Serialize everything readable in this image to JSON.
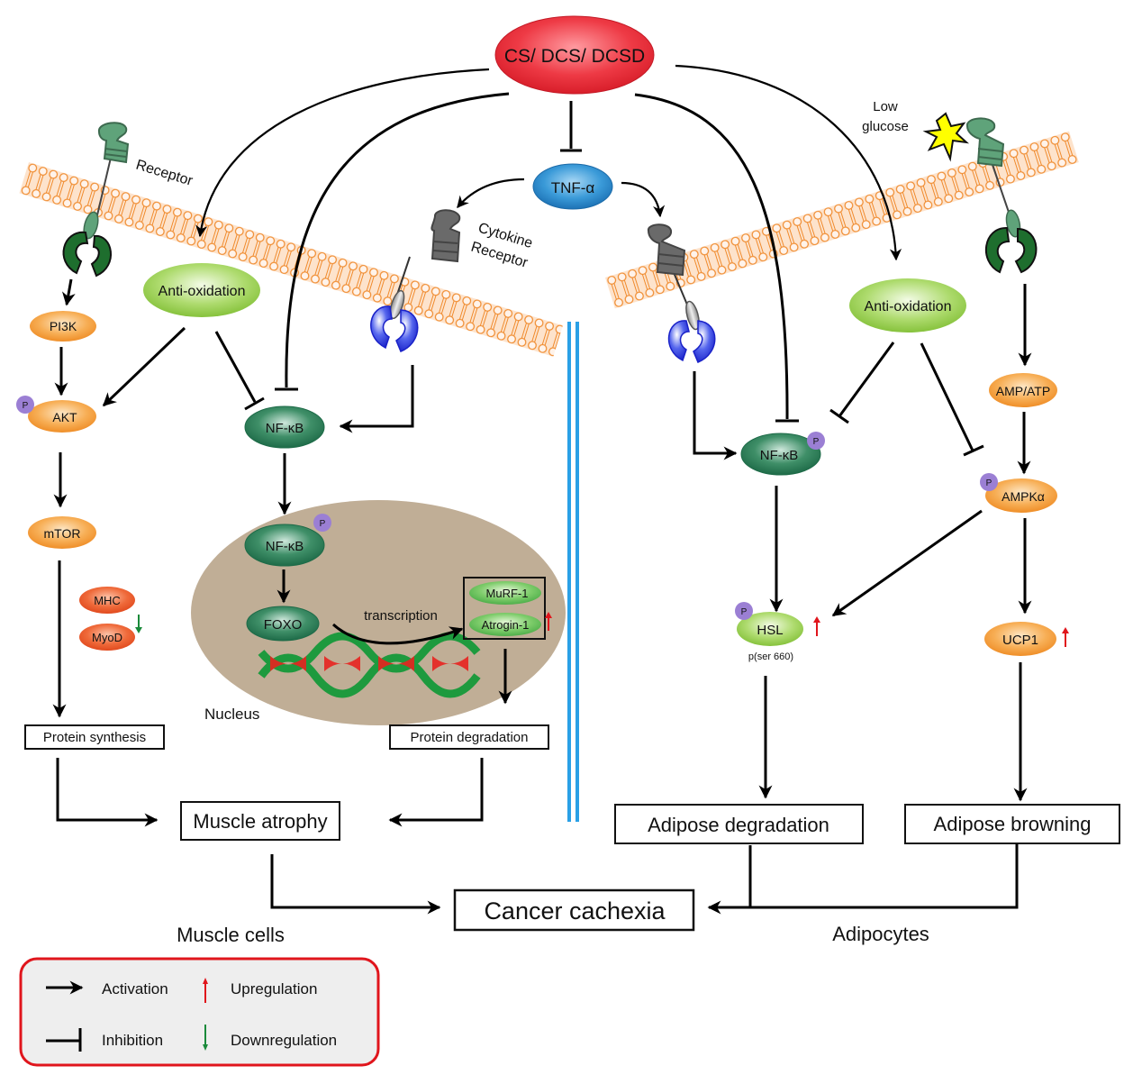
{
  "diagram": {
    "title": "CS/ DCS/ DCSD mechanism in cancer cachexia",
    "colors": {
      "source": "#e8323e",
      "tnf": "#2e8fd0",
      "green_light": "#8cc63e",
      "green_dark": "#2f7a55",
      "orange": "#f5a03c",
      "red_orange": "#e8582a",
      "phospho": "#9b7fd4",
      "membrane": "#f08a2c",
      "nucleus": "#c0ae96",
      "divider": "#2aa0e6",
      "legend_border": "#e0151c",
      "legend_bg": "#eeeeee",
      "up_arrow": "#e0151c",
      "down_arrow": "#1a8a3a"
    },
    "nodes": {
      "source": "CS/ DCS/ DCSD",
      "tnf": "TNF-α",
      "left": {
        "receptor_label": "Receptor",
        "cytokine_receptor_label_1": "Cytokine",
        "cytokine_receptor_label_2": "Receptor",
        "pi3k": "PI3K",
        "akt": "AKT",
        "mtor": "mTOR",
        "mhc": "MHC",
        "myod": "MyoD",
        "anti_oxidation": "Anti-oxidation",
        "nfkb": "NF-κB",
        "nucleus_nfkb": "NF-κB",
        "foxo": "FOXO",
        "transcription": "transcription",
        "murf1": "MuRF-1",
        "atrogin1": "Atrogin-1",
        "nucleus": "Nucleus",
        "protein_synthesis": "Protein synthesis",
        "protein_degradation": "Protein degradation",
        "muscle_atrophy": "Muscle atrophy",
        "section_label": "Muscle cells"
      },
      "right": {
        "low_glucose_1": "Low",
        "low_glucose_2": "glucose",
        "anti_oxidation": "Anti-oxidation",
        "nfkb": "NF-κB",
        "amp_atp": "AMP/ATP",
        "ampk": "AMPKα",
        "hsl": "HSL",
        "hsl_site": "p(ser 660)",
        "ucp1": "UCP1",
        "adipose_degradation": "Adipose degradation",
        "adipose_browning": "Adipose browning",
        "section_label": "Adipocytes"
      },
      "outcome": "Cancer cachexia",
      "phospho_label": "P"
    },
    "legend": {
      "activation": "Activation",
      "inhibition": "Inhibition",
      "upregulation": "Upregulation",
      "downregulation": "Downregulation"
    }
  }
}
